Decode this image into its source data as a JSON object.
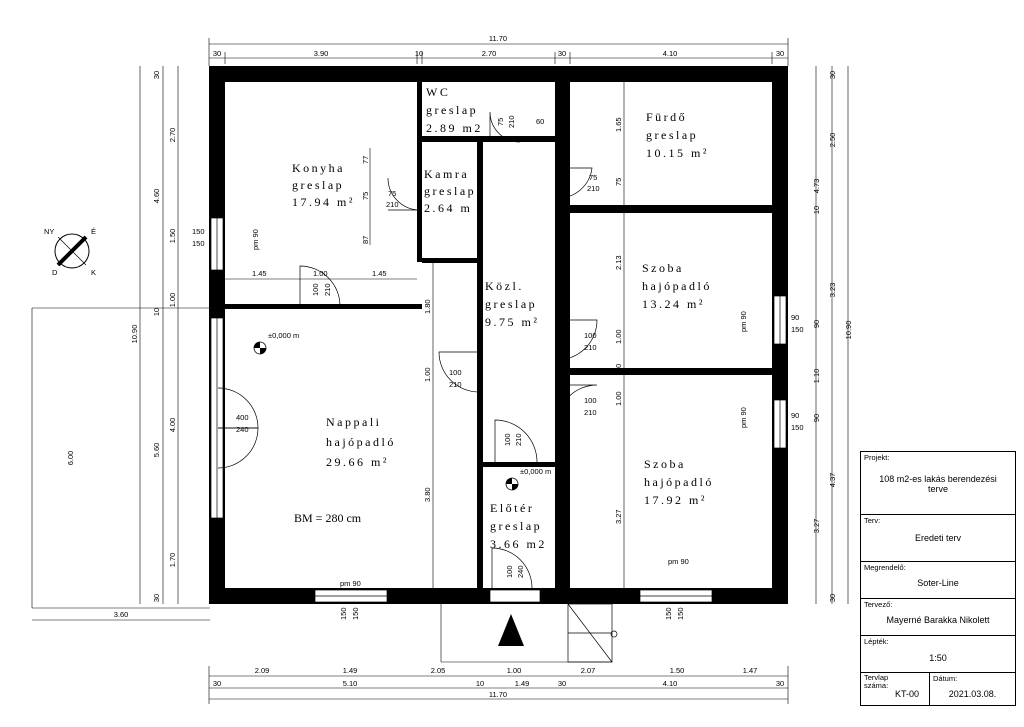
{
  "rooms": {
    "konyha": {
      "name": "Konyha",
      "floor": "greslap",
      "area": "17.94 m²"
    },
    "wc": {
      "name": "WC",
      "floor": "greslap",
      "area": "2.89 m2"
    },
    "kamra": {
      "name": "Kamra",
      "floor": "greslap",
      "area": "2.64 m"
    },
    "furdo": {
      "name": "Fürdő",
      "floor": "greslap",
      "area": "10.15 m²"
    },
    "kozl": {
      "name": "Közl.",
      "floor": "greslap",
      "area": "9.75 m²"
    },
    "szoba1": {
      "name": "Szoba",
      "floor": "hajópadló",
      "area": "13.24 m²"
    },
    "nappali": {
      "name": "Nappali",
      "floor": "hajópadló",
      "area": "29.66 m²"
    },
    "szoba2": {
      "name": "Szoba",
      "floor": "hajópadló",
      "area": "17.92 m²"
    },
    "eloter": {
      "name": "Előtér",
      "floor": "greslap",
      "area": "3.66 m2"
    }
  },
  "ceiling_height": "BM = 280 cm",
  "levels": [
    "±0,000 m",
    "±0,000 m"
  ],
  "top_dims": {
    "total": "11.70",
    "segments": [
      "30",
      "3.90",
      "10",
      "2.70",
      "30",
      "4.10",
      "30"
    ]
  },
  "bottom_dims": {
    "row1": [
      "2.09",
      "1.49",
      "2.05",
      "1.00",
      "2.07",
      "1.50",
      "1.47"
    ],
    "row2": [
      "30",
      "5.10",
      "10",
      "1.49",
      "30",
      "4.10",
      "30"
    ],
    "total": "11.70"
  },
  "left_dims": {
    "col1": [
      "30",
      "2.70",
      "1.50",
      "10",
      "4.00",
      "1.70",
      "30"
    ],
    "col2": [
      "4.60",
      "1.00",
      "5.60"
    ],
    "total": "10.90",
    "terrace_height": "6.00",
    "terrace_width": "3.60"
  },
  "right_dims": {
    "col1": [
      "30",
      "2.50",
      "3.23",
      "10",
      "1.10",
      "4.37",
      "3.27",
      "30"
    ],
    "col2": [
      "4.73",
      "90",
      "90"
    ],
    "total": "10.90"
  },
  "windows": {
    "kitchen": {
      "w": "150",
      "h": "150",
      "pm": "pm 90"
    },
    "nappali_bottom": {
      "w": "150",
      "h": "150",
      "pm": "pm 90"
    },
    "szoba2_bottom": {
      "w": "150",
      "h": "150",
      "pm": "pm 90"
    },
    "szoba1_right": {
      "w": "90",
      "h": "150",
      "pm": "pm 90"
    },
    "szoba2_right": {
      "w": "90",
      "h": "150",
      "pm": "pm 90"
    }
  },
  "doors": {
    "main": [
      "400",
      "240"
    ],
    "entry": [
      "100",
      "240"
    ],
    "general": [
      "100",
      "210"
    ],
    "small": [
      "75",
      "210"
    ],
    "kamra": [
      "75",
      "210"
    ],
    "wc": [
      "75",
      "210"
    ],
    "kitchen_sub": [
      "1.45",
      "1.00",
      "1.45"
    ]
  },
  "interior_dims": [
    "77",
    "75",
    "87",
    "1.65",
    "75",
    "2.13",
    "1.00",
    "1.00",
    "1.00",
    "3.27",
    "1.80",
    "1.00",
    "3.80",
    "60",
    "10",
    "10"
  ],
  "compass": {
    "n": "É",
    "d": "D",
    "k": "K",
    "ny": "NY"
  },
  "title_block": {
    "projekt_label": "Projekt:",
    "projekt_value": "108 m2-es lakás berendezési terve",
    "terv_label": "Terv:",
    "terv_value": "Eredeti terv",
    "megrendelo_label": "Megrendelő:",
    "megrendelo_value": "Soter-Line",
    "tervezo_label": "Tervező:",
    "tervezo_value": "Mayerné Barakka Nikolett",
    "leptek_label": "Lépték:",
    "leptek_value": "1:50",
    "tervlap_label": "Tervlap száma:",
    "tervlap_value": "KT-00",
    "datum_label": "Dátum:",
    "datum_value": "2021.03.08."
  }
}
